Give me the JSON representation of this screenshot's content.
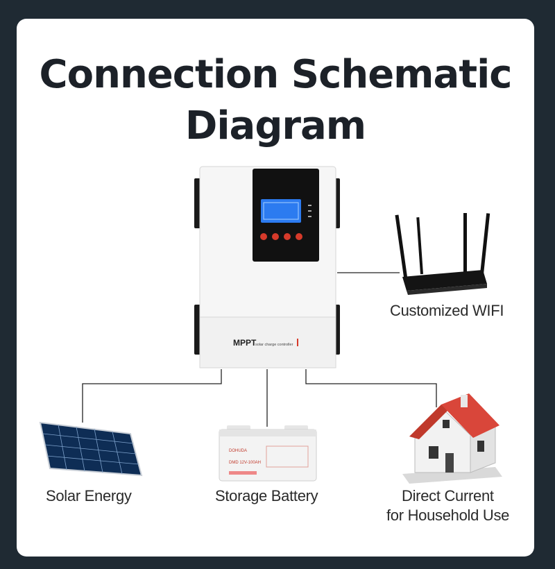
{
  "title": {
    "line1": "Connection Schematic",
    "line2": "Diagram"
  },
  "device": {
    "brand": "MPPT",
    "subtitle": "solar charge controller"
  },
  "battery": {
    "brand": "DOHUDA",
    "spec": "DMD 12V-100AH"
  },
  "nodes": {
    "wifi": "Customized WIFI",
    "solar": "Solar Energy",
    "battery": "Storage Battery",
    "household_line1": "Direct Current",
    "household_line2": "for Household Use"
  }
}
